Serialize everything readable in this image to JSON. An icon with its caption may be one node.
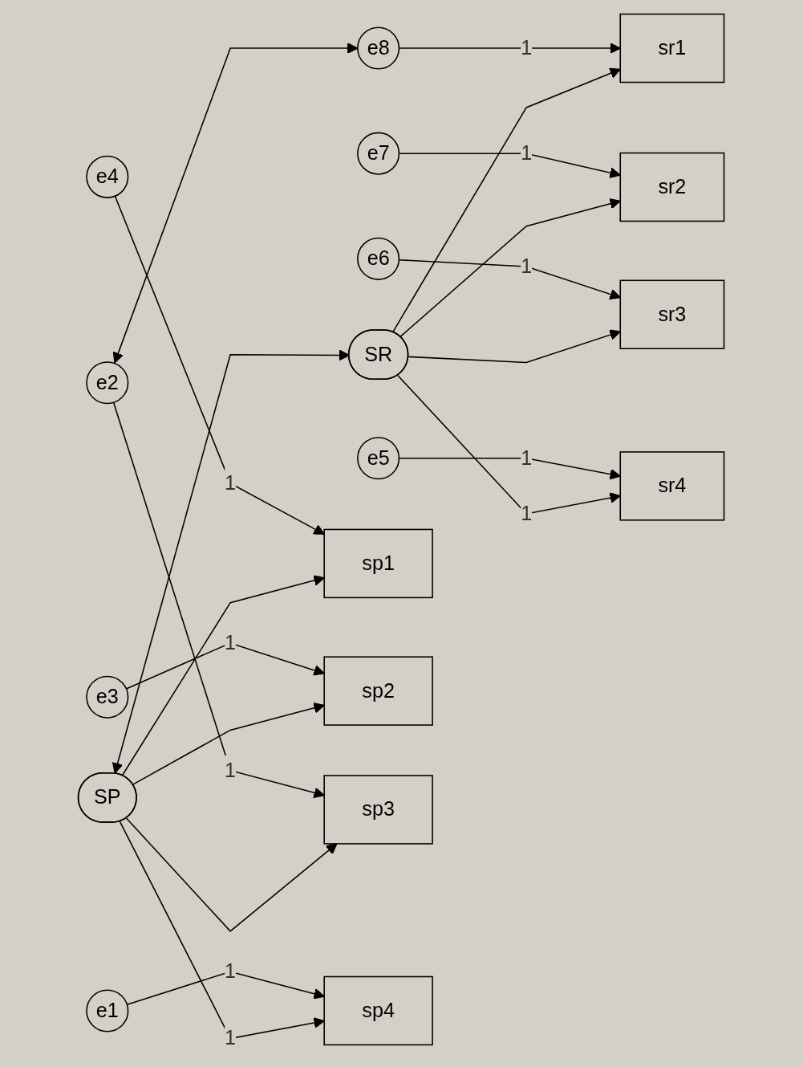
{
  "diagram": {
    "nodes": [
      {
        "text": [
          "e4"
        ]
      },
      {
        "text": [
          "sp1"
        ]
      },
      {
        "text": [
          "e3"
        ]
      },
      {
        "text": [
          "sp2"
        ]
      },
      {
        "text": [
          "SP"
        ]
      },
      {
        "text": [
          "e2"
        ]
      },
      {
        "text": [
          "sp3"
        ]
      },
      {
        "text": [
          "e1"
        ]
      },
      {
        "text": [
          "sp4"
        ]
      },
      {
        "text": [
          "e8"
        ]
      },
      {
        "text": [
          "sr1"
        ]
      },
      {
        "text": [
          "e7"
        ]
      },
      {
        "text": [
          "sr2"
        ]
      },
      {
        "text": [
          "SR"
        ]
      },
      {
        "text": [
          "e6"
        ]
      },
      {
        "text": [
          "sr3"
        ]
      },
      {
        "text": [
          "e5"
        ]
      },
      {
        "text": [
          "sr4"
        ]
      }
    ],
    "edges": [
      {
        "from": 0,
        "to": 1,
        "arrow": "to",
        "label": "1"
      },
      {
        "from": 2,
        "to": 3,
        "arrow": "to",
        "label": "1"
      },
      {
        "from": 5,
        "to": 6,
        "arrow": "to",
        "label": "1"
      },
      {
        "from": 7,
        "to": 8,
        "arrow": "to",
        "label": "1"
      },
      {
        "from": 9,
        "to": 10,
        "arrow": "to",
        "label": "1"
      },
      {
        "from": 11,
        "to": 12,
        "arrow": "to",
        "label": "1"
      },
      {
        "from": 14,
        "to": 15,
        "arrow": "to",
        "label": "1"
      },
      {
        "from": 16,
        "to": 17,
        "arrow": "to",
        "label": "1"
      },
      {
        "from": 4,
        "to": 1,
        "arrow": "to"
      },
      {
        "from": 4,
        "to": 3,
        "arrow": "to"
      },
      {
        "from": 4,
        "to": 6,
        "arrow": "to"
      },
      {
        "from": 4,
        "to": 8,
        "arrow": "to",
        "label": "1"
      },
      {
        "from": 13,
        "to": 10,
        "arrow": "to"
      },
      {
        "from": 13,
        "to": 12,
        "arrow": "to"
      },
      {
        "from": 13,
        "to": 15,
        "arrow": "to"
      },
      {
        "from": 13,
        "to": 17,
        "arrow": "to",
        "label": "1"
      },
      {
        "from": 5,
        "to": 9,
        "arrow": "both"
      },
      {
        "from": 4,
        "to": 13,
        "arrow": "both"
      }
    ]
  }
}
